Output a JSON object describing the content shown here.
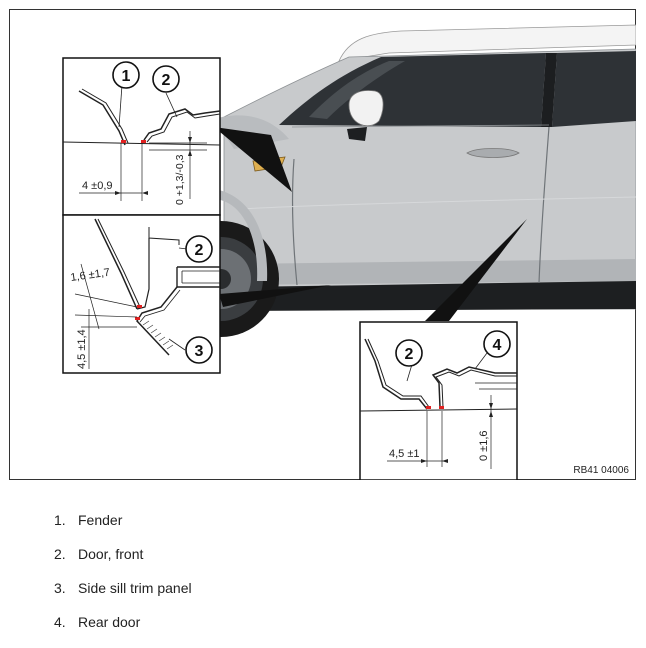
{
  "figure": {
    "ref_code": "RB41 04006",
    "callouts": {
      "c1": "1",
      "c2": "2",
      "c3": "3",
      "c4": "4"
    },
    "measurements": {
      "fender_gap": "4 ±0,9",
      "fender_flush": "0 +1,3/-0,3",
      "sill_gap": "1,6 ±1,7",
      "sill_offset": "4,5 ±1,4",
      "rear_gap": "4,5 ±1",
      "rear_flush": "0 ±1,6"
    }
  },
  "legend": [
    {
      "num": "1.",
      "label": "Fender"
    },
    {
      "num": "2.",
      "label": "Door, front"
    },
    {
      "num": "3.",
      "label": "Side sill trim panel"
    },
    {
      "num": "4.",
      "label": "Rear door"
    }
  ],
  "colors": {
    "car_body": "#c8cacc",
    "glass": "#2e3236",
    "seam_marker": "#e02020"
  }
}
